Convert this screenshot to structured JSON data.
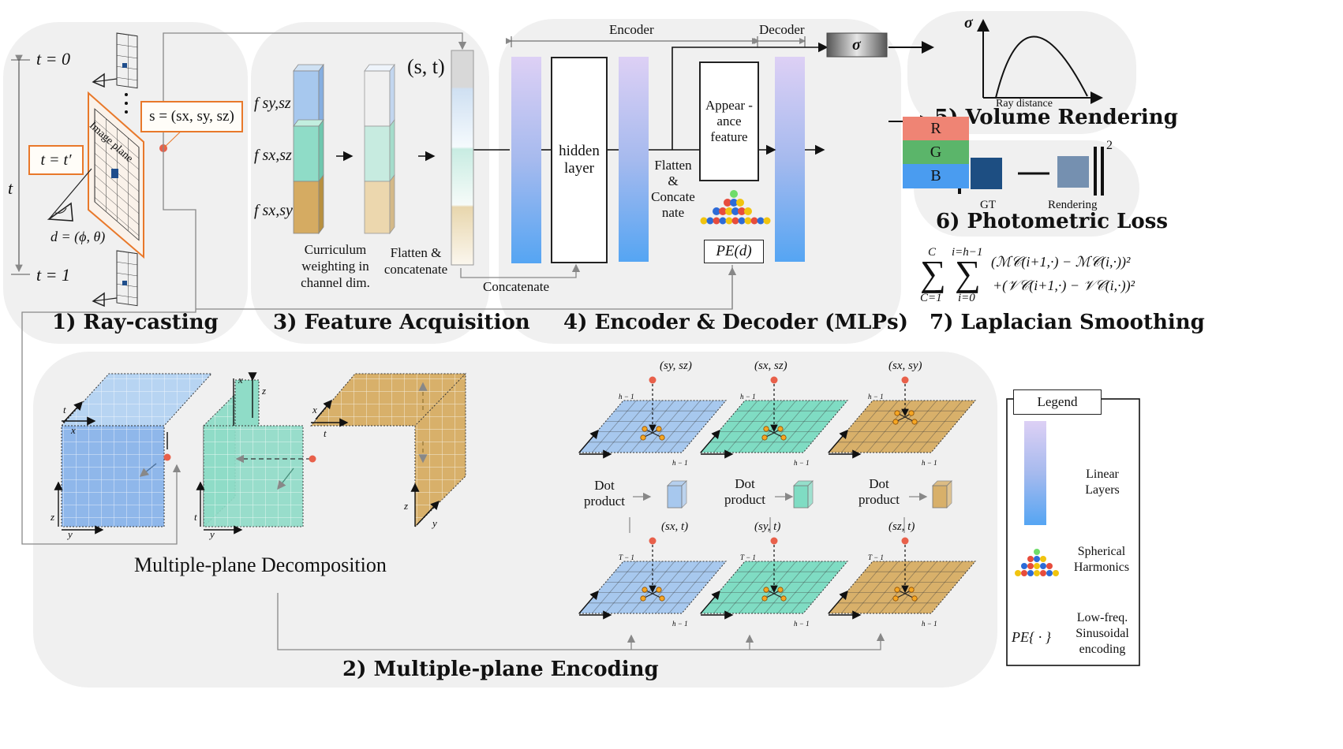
{
  "sections": {
    "ray_casting": "1) Ray-casting",
    "multiplane_encoding": "2) Multiple-plane Encoding",
    "feature_acquisition": "3) Feature Acquisition",
    "encoder_decoder": "4) Encoder & Decoder (MLPs)",
    "volume_rendering": "5) Volume Rendering",
    "photometric_loss": "6) Photometric Loss",
    "laplacian_smoothing": "7) Laplacian Smoothing"
  },
  "ray_casting": {
    "t0": "t = 0",
    "t_prime": "t = t′",
    "t_axis": "t",
    "t1": "t = 1",
    "s_label": "s = (sx, sy, sz)",
    "image_plane": "Image plane",
    "d_label": "d = (ϕ, θ)"
  },
  "feature_acquisition": {
    "f_yz": "f sy,sz",
    "f_xz": "f sx,sz",
    "f_xy": "f sx,sy",
    "curriculum": "Curriculum weighting in channel dim.",
    "flatten": "Flatten & concatenate",
    "st": "(s, t)",
    "concatenate": "Concatenate"
  },
  "mlp": {
    "encoder": "Encoder",
    "decoder": "Decoder",
    "hidden_layer": "hidden layer",
    "flatten_concat": "Flatten & Concate nate",
    "appearance": "Appear -ance feature",
    "pe": "PE(d)",
    "sigma": "σ",
    "r": "R",
    "g": "G",
    "b": "B"
  },
  "volume_rendering": {
    "sigma_axis": "σ",
    "x_axis": "Ray distance"
  },
  "photometric": {
    "gt": "GT",
    "rendering": "Rendering",
    "power": "2"
  },
  "laplacian": {
    "sum_top_c": "C",
    "sum_bot_c": "C=1",
    "sum_top_i": "i=h−1",
    "sum_bot_i": "i=0",
    "line1": "(ℳ𝒞(i+1,·) − ℳ𝒞(i,·))²",
    "line2": "+(𝒱𝒞(i+1,·) − 𝒱𝒞(i,·))²"
  },
  "decomposition": {
    "title": "Multiple-plane Decomposition"
  },
  "encoding": {
    "top_labels": [
      "(sy, sz)",
      "(sx, sz)",
      "(sx, sy)"
    ],
    "bottom_labels": [
      "(sx, t)",
      "(sy, t)",
      "(sz, t)"
    ],
    "dot_product": "Dot product",
    "h1": "h − 1",
    "T1": "T − 1"
  },
  "legend": {
    "title": "Legend",
    "linear": "Linear Layers",
    "sh": "Spherical Harmonics",
    "pe": "PE{ · }",
    "lowfreq": "Low-freq. Sinusoidal encoding"
  },
  "colors": {
    "blue_plane": "#a7c8ee",
    "teal_plane": "#7fdcc3",
    "gold_plane": "#d8b06a",
    "orange_accent": "#e8782a",
    "red_point": "#e8604a"
  }
}
